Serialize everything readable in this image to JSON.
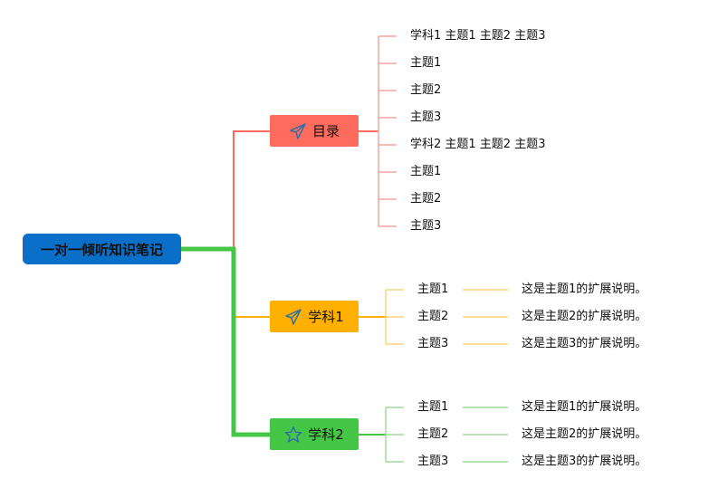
{
  "root": {
    "label": "一对一倾听知识笔记"
  },
  "colors": {
    "root": "#0a6fc9",
    "catalog": "#ff6b5c",
    "subject1": "#ffb000",
    "subject2": "#46c646"
  },
  "catalog": {
    "label": "目录",
    "icon": "paper-plane-icon",
    "items": [
      "学科1 主题1 主题2 主题3",
      "主题1",
      "主题2",
      "主题3",
      "学科2 主题1 主题2 主题3",
      "主题1",
      "主题2",
      "主题3"
    ]
  },
  "subject1": {
    "label": "学科1",
    "icon": "paper-plane-icon",
    "topics": [
      {
        "name": "主题1",
        "note": "这是主题1的扩展说明。"
      },
      {
        "name": "主题2",
        "note": "这是主题2的扩展说明。"
      },
      {
        "name": "主题3",
        "note": "这是主题3的扩展说明。"
      }
    ]
  },
  "subject2": {
    "label": "学科2",
    "icon": "star-icon",
    "topics": [
      {
        "name": "主题1",
        "note": "这是主题1的扩展说明。"
      },
      {
        "name": "主题2",
        "note": "这是主题2的扩展说明。"
      },
      {
        "name": "主题3",
        "note": "这是主题3的扩展说明。"
      }
    ]
  }
}
